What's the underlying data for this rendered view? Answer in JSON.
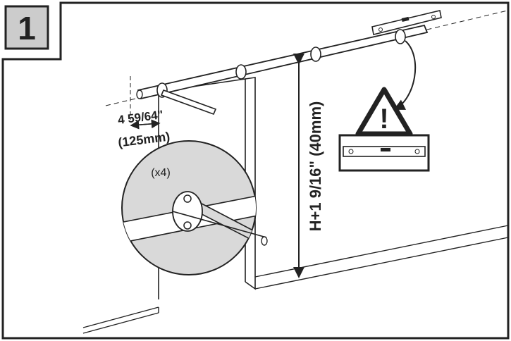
{
  "step": {
    "number": "1"
  },
  "measurements": {
    "offset_imperial": "4 59/64\"",
    "offset_metric": "(125mm)",
    "rail_height": "H+1 9/16\" (40mm)"
  },
  "detail": {
    "quantity": "(x4)"
  },
  "warning": {
    "glyph": "!"
  },
  "colors": {
    "stroke": "#222222",
    "detail_fill": "#d9d9d9",
    "step_box_fill": "#cccccc",
    "paper": "#ffffff"
  },
  "icons": [
    "warning-triangle-icon",
    "spirit-level-icon",
    "dimension-arrow-icon"
  ]
}
